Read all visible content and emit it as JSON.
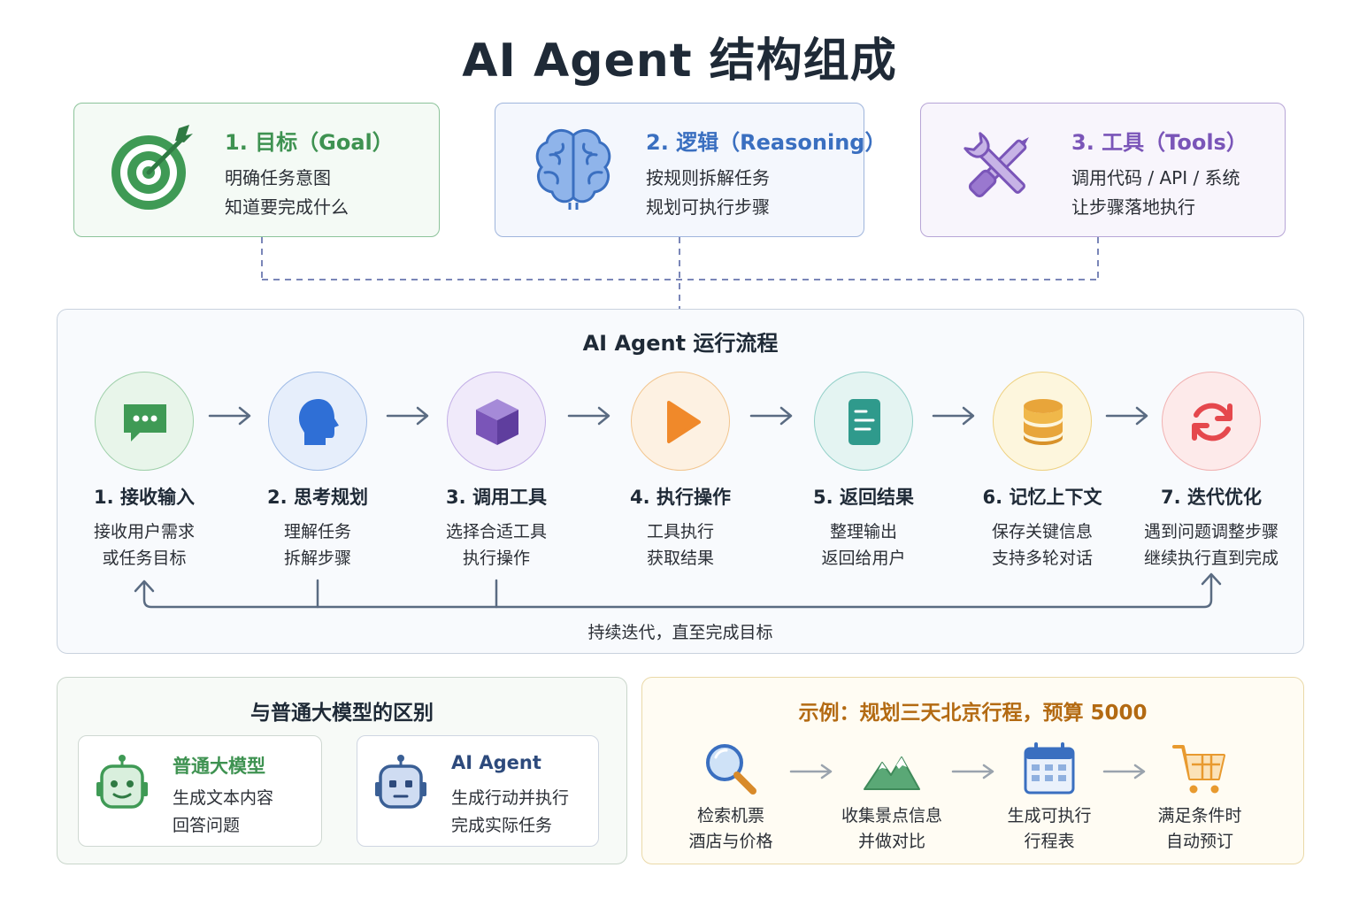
{
  "title": "AI Agent 结构组成",
  "components": [
    {
      "title": "1. 目标（Goal）",
      "line1": "明确任务意图",
      "line2": "知道要完成什么",
      "icon": "target-icon",
      "color": "#3e9251"
    },
    {
      "title": "2. 逻辑（Reasoning）",
      "line1": "按规则拆解任务",
      "line2": "规划可执行步骤",
      "icon": "brain-icon",
      "color": "#3a6fc0"
    },
    {
      "title": "3. 工具（Tools）",
      "line1": "调用代码 / API / 系统",
      "line2": "让步骤落地执行",
      "icon": "wrench-screwdriver-icon",
      "color": "#7a55b8"
    }
  ],
  "flow": {
    "title": "AI Agent 运行流程",
    "steps": [
      {
        "title": "1. 接收输入",
        "line1": "接收用户需求",
        "line2": "或任务目标",
        "icon": "chat-bubble-icon"
      },
      {
        "title": "2. 思考规划",
        "line1": "理解任务",
        "line2": "拆解步骤",
        "icon": "head-profile-icon"
      },
      {
        "title": "3. 调用工具",
        "line1": "选择合适工具",
        "line2": "执行操作",
        "icon": "cube-icon"
      },
      {
        "title": "4. 执行操作",
        "line1": "工具执行",
        "line2": "获取结果",
        "icon": "play-icon"
      },
      {
        "title": "5. 返回结果",
        "line1": "整理输出",
        "line2": "返回给用户",
        "icon": "document-icon"
      },
      {
        "title": "6. 记忆上下文",
        "line1": "保存关键信息",
        "line2": "支持多轮对话",
        "icon": "database-icon"
      },
      {
        "title": "7. 迭代优化",
        "line1": "遇到问题调整步骤",
        "line2": "继续执行直到完成",
        "icon": "refresh-icon"
      }
    ],
    "loop_label": "持续迭代，直至完成目标"
  },
  "comparison": {
    "title": "与普通大模型的区别",
    "normal": {
      "title": "普通大模型",
      "line1": "生成文本内容",
      "line2": "回答问题",
      "icon": "robot-icon"
    },
    "agent": {
      "title": "AI Agent",
      "line1": "生成行动并执行",
      "line2": "完成实际任务",
      "icon": "robot-icon"
    }
  },
  "example": {
    "title": "示例：规划三天北京行程，预算 5000",
    "steps": [
      {
        "line1": "检索机票",
        "line2": "酒店与价格",
        "icon": "magnifier-icon"
      },
      {
        "line1": "收集景点信息",
        "line2": "并做对比",
        "icon": "mountain-icon"
      },
      {
        "line1": "生成可执行",
        "line2": "行程表",
        "icon": "calendar-icon"
      },
      {
        "line1": "满足条件时",
        "line2": "自动预订",
        "icon": "cart-icon"
      }
    ]
  }
}
